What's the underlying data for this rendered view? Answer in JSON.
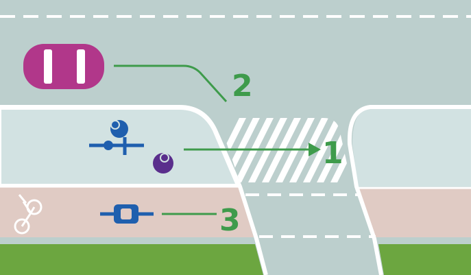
{
  "labels": {
    "one": "1",
    "two": "2",
    "three": "3"
  },
  "colors": {
    "road": "#bccfcd",
    "sidewalk": "#d2e2e2",
    "bike_lane": "#e0cbc4",
    "grass": "#6ca640",
    "annotation": "#3e9b4b",
    "car": "#b1378a",
    "pedestrian_blue": "#1f5fae",
    "pedestrian_purple": "#5a2e8c",
    "markings": "#ffffff"
  },
  "icons": {
    "car": "car-icon",
    "pedestrian_left": "pedestrian-icon",
    "pedestrian_right": "pedestrian-icon",
    "cyclist": "cyclist-icon",
    "bike_lane_symbol": "bicycle-icon"
  }
}
